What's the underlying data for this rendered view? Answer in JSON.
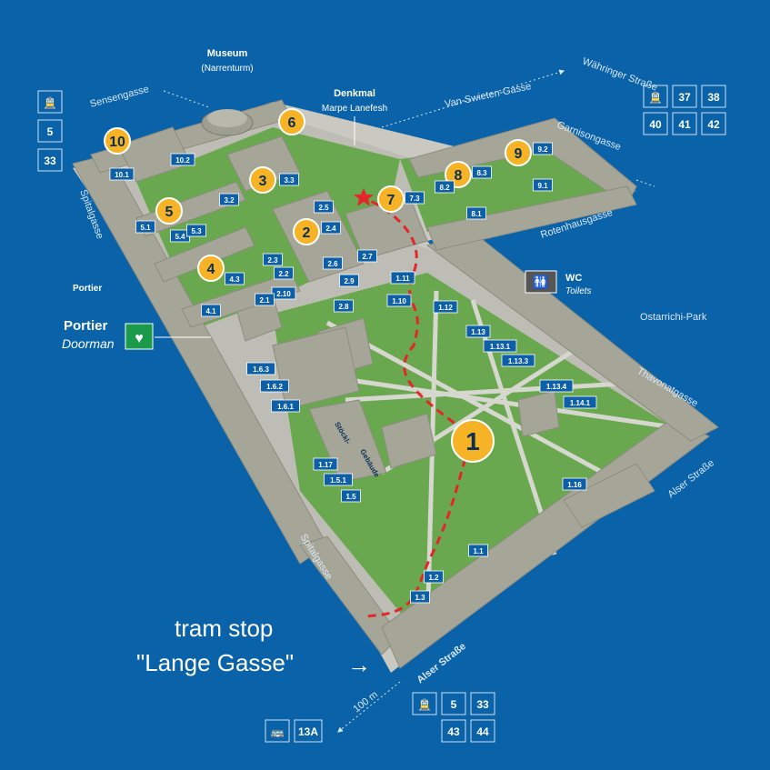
{
  "labels": {
    "museum": "Museum",
    "narrenturm": "(Narrenturm)",
    "denkmal": "Denkmal",
    "marpe": "Marpe Lanefesh",
    "portier_small": "Portier",
    "portier": "Portier",
    "doorman": "Doorman",
    "wc": "WC",
    "toilets": "Toilets",
    "stoeckl1": "Stöckl-",
    "stoeckl2": "Gebäude",
    "distance": "100 m",
    "tram_stop_line1": "tram stop",
    "tram_stop_line2": "\"Lange Gasse\""
  },
  "streets": {
    "sensengasse": "Sensengasse",
    "van_swieten": "Van-Swieten-Gasse",
    "waehringer": "Währinger Straße",
    "garnison": "Garnisongasse",
    "rotenhaus": "Rotenhausgasse",
    "spital_top": "Spitalgasse",
    "spital_bottom": "Spitalgasse",
    "ostarrichi": "Ostarrichi-Park",
    "thavonat": "Thavonatgasse",
    "alser_right": "Alser Straße",
    "alser_bottom": "Alser Straße"
  },
  "transit": {
    "top_left": [
      "5",
      "33"
    ],
    "top_right": [
      "37",
      "38",
      "40",
      "41",
      "42"
    ],
    "bottom_tram": [
      "5",
      "33",
      "43",
      "44"
    ],
    "bottom_bus": [
      "13A"
    ]
  },
  "courtyards": [
    "1",
    "2",
    "3",
    "4",
    "5",
    "6",
    "7",
    "8",
    "9",
    "10"
  ],
  "tags": [
    "10.1",
    "10.2",
    "5.1",
    "5.4",
    "5.3",
    "3.2",
    "3.3",
    "2.5",
    "2.4",
    "2.3",
    "2.2",
    "2.6",
    "2.7",
    "2.8",
    "2.9",
    "2.10",
    "2.1",
    "4.3",
    "4.1",
    "8.2",
    "8.3",
    "8.1",
    "9.2",
    "9.1",
    "7.3",
    "1.11",
    "1.10",
    "1.12",
    "1.13",
    "1.13.1",
    "1.13.3",
    "1.13.4",
    "1.14.1",
    "1.6.3",
    "1.6.2",
    "1.6.1",
    "1.17",
    "1.5.1",
    "1.5",
    "1.16",
    "1.1",
    "1.2",
    "1.3"
  ],
  "colors": {
    "background": "#0a62a9",
    "grass": "#6aa84f",
    "building": "#a6a698",
    "badge": "#f5b325",
    "route": "#e3262b",
    "aed": "#1a9a4a"
  }
}
